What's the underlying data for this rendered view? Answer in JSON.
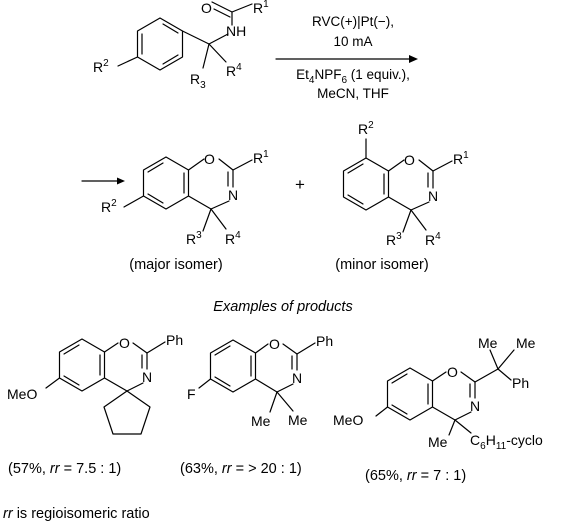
{
  "reaction": {
    "conditions": {
      "line1": "RVC(+)|Pt(−),",
      "line2": "10 mA",
      "line3_pre": "Et",
      "line3_sub1": "4",
      "line3_mid": "NPF",
      "line3_sub2": "6",
      "line3_post": " (1 equiv.),",
      "line4": "MeCN, THF"
    },
    "substrate": {
      "o": "O",
      "nh": "NH",
      "r1": "R",
      "r1_sup": "1",
      "r2": "R",
      "r2_sup": "2",
      "r3": "R",
      "r3_sub": "3",
      "r4": "R",
      "r4_sup": "4"
    },
    "major": {
      "o": "O",
      "n": "N",
      "r1": "R",
      "r1_sup": "1",
      "r2": "R",
      "r2_sup": "2",
      "r3": "R",
      "r3_sup": "3",
      "r4": "R",
      "r4_sup": "4",
      "caption": "(major isomer)"
    },
    "plus": "+",
    "minor": {
      "o": "O",
      "n": "N",
      "r1": "R",
      "r1_sup": "1",
      "r2": "R",
      "r2_sup": "2",
      "r3": "R",
      "r3_sup": "3",
      "r4": "R",
      "r4_sup": "4",
      "caption": "(minor isomer)"
    }
  },
  "examples": {
    "heading": "Examples of products",
    "products": [
      {
        "o": "O",
        "n": "N",
        "sub1": "MeO",
        "r_top": "Ph",
        "yield_pre": "(57%, ",
        "rr": "rr",
        "yield_post": " = 7.5 : 1)"
      },
      {
        "o": "O",
        "n": "N",
        "sub1": "F",
        "r_top": "Ph",
        "me1": "Me",
        "me2": "Me",
        "yield_pre": "(63%, ",
        "rr": "rr",
        "yield_post": " = > 20 : 1)"
      },
      {
        "o": "O",
        "n": "N",
        "sub1": "MeO",
        "me_a": "Me",
        "me_b": "Me",
        "ph": "Ph",
        "me_c": "Me",
        "cy_pre": "C",
        "cy_sub": "6",
        "cy_mid": "H",
        "cy_sub2": "11",
        "cy_post": "-cyclo",
        "yield_pre": "(65%, ",
        "rr": "rr",
        "yield_post": " = 7 : 1)"
      }
    ]
  },
  "footnote": {
    "rr": "rr",
    "text": " is regioisomeric ratio"
  }
}
